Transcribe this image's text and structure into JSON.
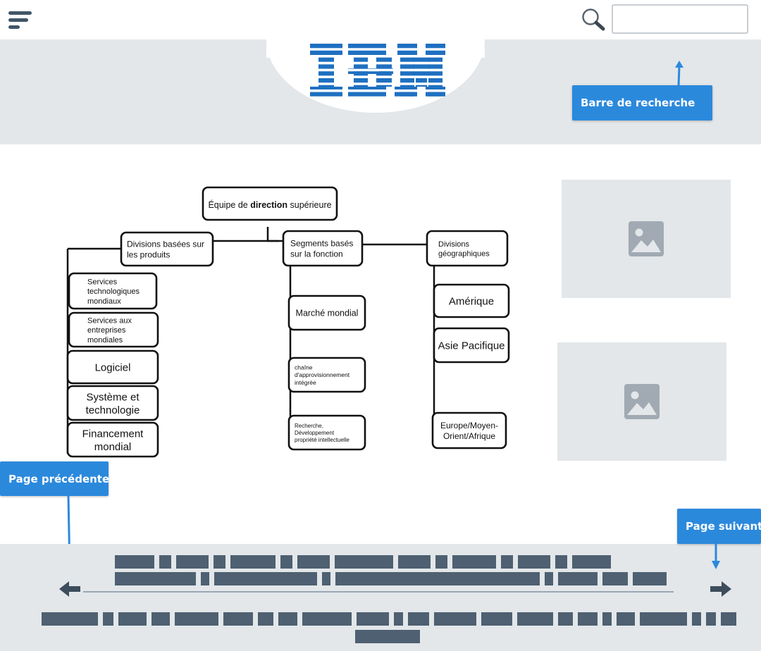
{
  "header": {
    "logo_text": "IBM",
    "search": {
      "placeholder": "",
      "value": ""
    }
  },
  "annotations": {
    "search_bar": "Barre de recherche",
    "previous_page": "Page précédente",
    "next_page": "Page suivante"
  },
  "org_chart": {
    "root": {
      "pre": "Équipe de ",
      "bold": "direction",
      "post": " supérieure"
    },
    "branches": {
      "products": {
        "title": [
          "Divisions basées sur",
          "les produits"
        ],
        "items": [
          [
            "Services",
            "technologiques",
            "mondiaux"
          ],
          [
            "Services aux",
            "entreprises",
            "mondiales"
          ],
          [
            "Logiciel"
          ],
          [
            "Système et",
            "technologie"
          ],
          [
            "Financement",
            "mondial"
          ]
        ]
      },
      "functions": {
        "title": [
          "Segments basés",
          "sur la fonction"
        ],
        "items": [
          [
            "Marché mondial"
          ],
          [
            "chaîne",
            "d'approvisionnement",
            "intégrée"
          ],
          [
            "Recherche,",
            "Développement",
            "propriété intellectuelle"
          ]
        ]
      },
      "geography": {
        "title": [
          "Divisions",
          "géographiques"
        ],
        "items": [
          [
            "Amérique"
          ],
          [
            "Asie Pacifique"
          ],
          [
            "Europe/Moyen-",
            "Orient/Afrique"
          ]
        ]
      }
    }
  },
  "sidebar": {
    "images": [
      "image-placeholder",
      "image-placeholder"
    ]
  },
  "colors": {
    "brand": "#1f70c1",
    "accent": "#2b89dc",
    "band": "#e3e7ea",
    "redaction": "#4e6071"
  }
}
